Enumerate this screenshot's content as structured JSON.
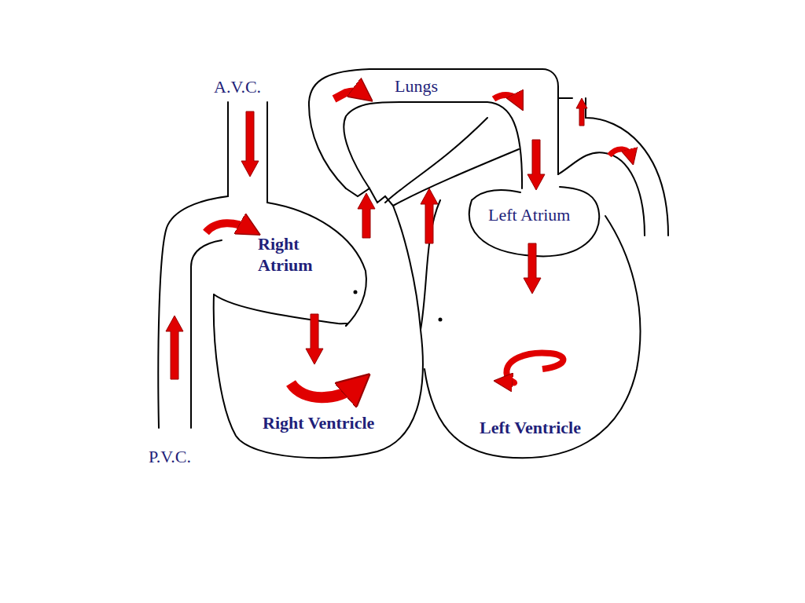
{
  "diagram": {
    "labels": [
      "A.V.C.",
      "Lungs",
      "Right Atrium",
      "Left Atrium",
      "Right Ventricle",
      "Left Ventricle",
      "P.V.C."
    ]
  }
}
